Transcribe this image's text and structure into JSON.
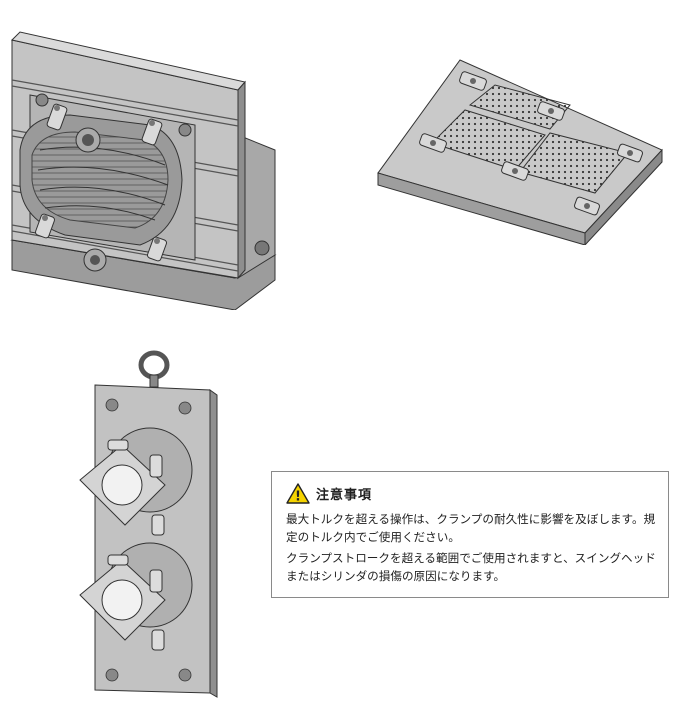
{
  "icons": {
    "warning": "warning-triangle-icon",
    "warning_fill": "#f5d300",
    "warning_mark": "!"
  },
  "caution": {
    "title": "注意事項",
    "paragraphs": [
      "最大トルクを超える操作は、クランプの耐久性に影響を及ぼします。規定のトルク内でご使用ください。",
      "クランプストロークを超える範囲でご使用されますと、スイングヘッドまたはシリンダの損傷の原因になります。"
    ]
  }
}
